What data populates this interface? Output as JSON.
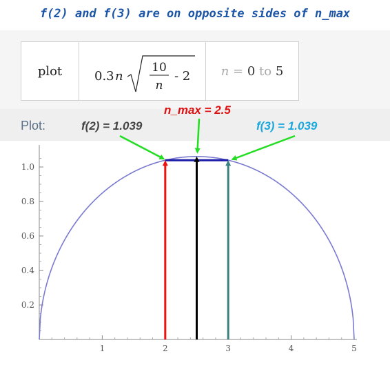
{
  "title": "f(2) and f(3) are on opposite sides of n_max",
  "query": {
    "plot_word": "plot",
    "coef": "0.3",
    "var": "n",
    "num": "10",
    "den": "n",
    "minus": "- 2",
    "range_var": "n",
    "range_eq": "=",
    "range_start": "0",
    "range_to": "to",
    "range_end": "5"
  },
  "plot_label": "Plot:",
  "annotations": {
    "f2": "f(2) = 1.039",
    "nmax": "n_max = 2.5",
    "f3": "f(3) = 1.039"
  },
  "colors": {
    "title": "#1c55a8",
    "curve": "#7a7ad0",
    "f2_arrow": "#ee1111",
    "nmax_arrow": "#000000",
    "f3_arrow": "#3a8080",
    "hline": "#1a1aa8",
    "pointer": "#22dd22",
    "f2_label": "#444444",
    "nmax_label": "#dd1111",
    "f3_label": "#1aa8dd"
  },
  "chart_data": {
    "type": "line",
    "function": "0.3 n sqrt(10/n - 2)",
    "x_range": [
      0,
      5
    ],
    "ylim": [
      0,
      1.1
    ],
    "x_ticks": [
      "1",
      "2",
      "3",
      "4",
      "5"
    ],
    "y_ticks": [
      "0.2",
      "0.4",
      "0.6",
      "0.8",
      "1.0"
    ],
    "x_tick_values": [
      1,
      2,
      3,
      4,
      5
    ],
    "y_tick_values": [
      0.2,
      0.4,
      0.6,
      0.8,
      1.0
    ],
    "series": [
      {
        "x": [
          0,
          0.05,
          0.1,
          0.2,
          0.3,
          0.5,
          0.75,
          1,
          1.25,
          1.5,
          1.75,
          2,
          2.25,
          2.5,
          2.75,
          3,
          3.25,
          3.5,
          3.75,
          4,
          4.25,
          4.5,
          4.7,
          4.85,
          4.95,
          5
        ],
        "y": [
          0,
          0.213,
          0.3,
          0.42,
          0.511,
          0.652,
          0.78,
          0.849,
          0.919,
          0.972,
          1.009,
          1.039,
          1.058,
          1.061,
          1.058,
          1.039,
          1.009,
          0.972,
          0.919,
          0.849,
          0.78,
          0.636,
          0.51,
          0.36,
          0.21,
          0
        ]
      }
    ],
    "arrows": [
      {
        "x": 2,
        "y": 1.039
      },
      {
        "x": 2.5,
        "y": 1.061
      },
      {
        "x": 3,
        "y": 1.039
      }
    ],
    "hline": {
      "x_start": 2,
      "x_end": 3,
      "y": 1.039
    }
  }
}
